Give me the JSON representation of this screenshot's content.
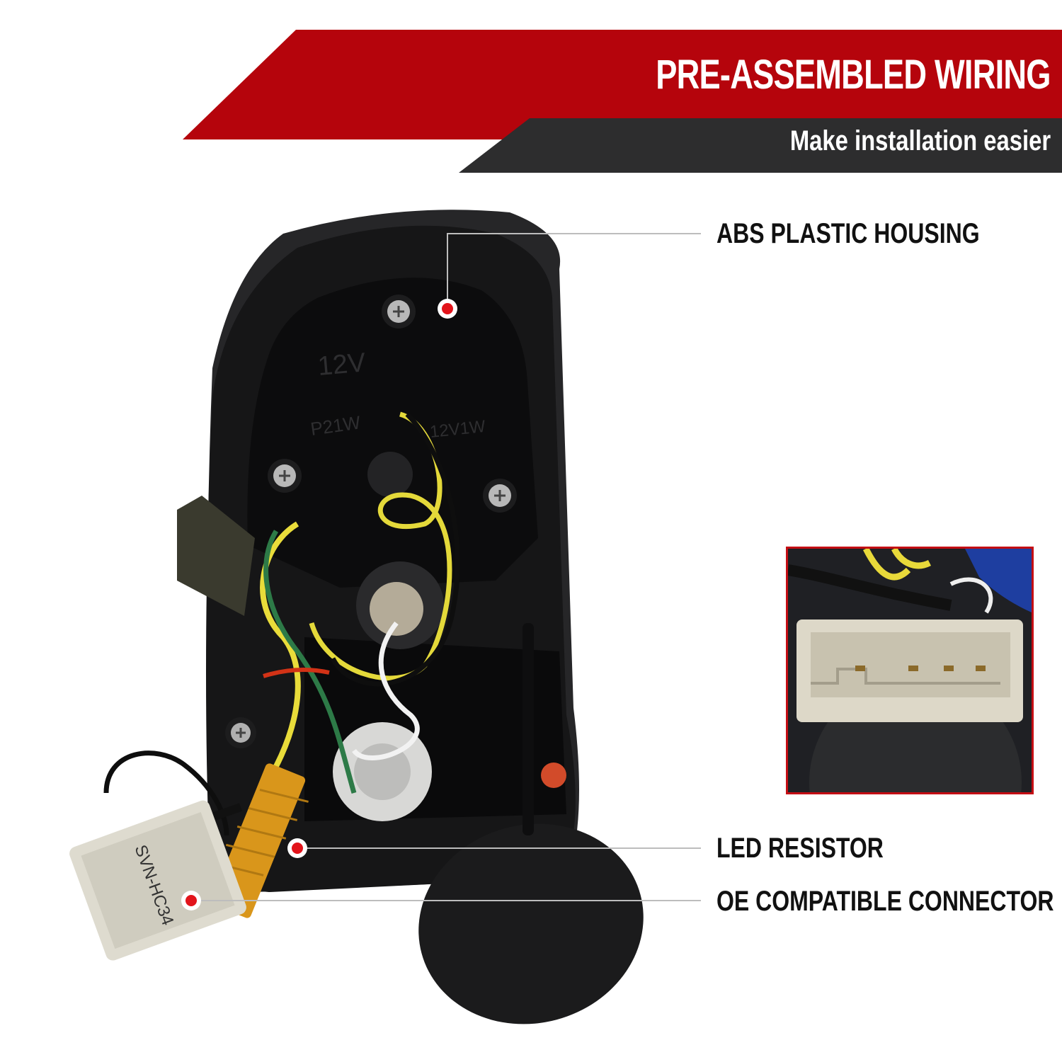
{
  "banner": {
    "headline": "PRE-ASSEMBLED WIRING",
    "subline": "Make installation easier"
  },
  "callouts": {
    "housing": "ABS PLASTIC HOUSING",
    "resistor": "LED RESISTOR",
    "connector": "OE COMPATIBLE CONNECTOR"
  },
  "product_markings": {
    "voltage": "12V",
    "bulb_a": "P21W",
    "bulb_b": "12V1W",
    "connector_code": "SVN-HC34"
  },
  "colors": {
    "brand_red": "#b5040c",
    "dark_band": "#2d2d2e",
    "callout_dot": "#e2141b"
  }
}
